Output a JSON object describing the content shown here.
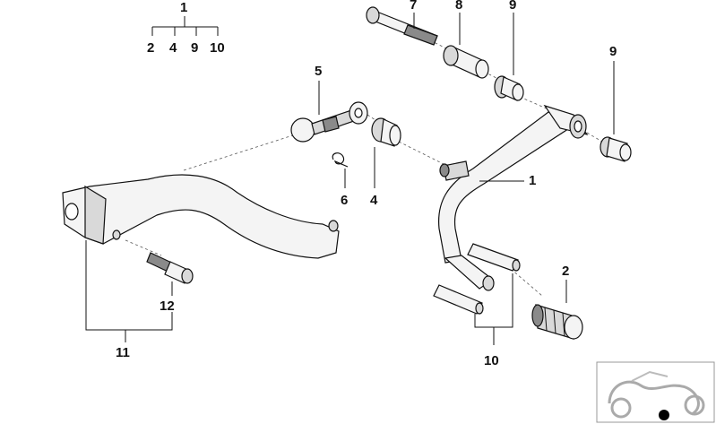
{
  "callouts": {
    "c1_top": "1",
    "c2_group": "2",
    "c4_group": "4",
    "c9_group": "9",
    "c10_group": "10",
    "c7": "7",
    "c8": "8",
    "c9_top": "9",
    "c9_right": "9",
    "c5": "5",
    "c4": "4",
    "c6": "6",
    "c1_lever": "1",
    "c2": "2",
    "c12": "12",
    "c11": "11",
    "c10": "10"
  }
}
